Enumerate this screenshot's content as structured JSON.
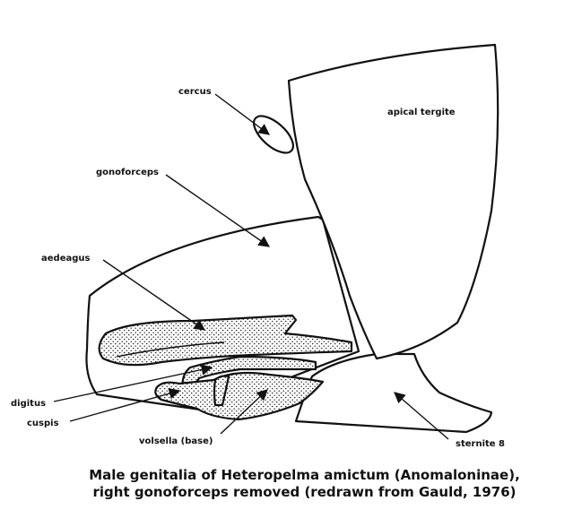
{
  "labels": {
    "cercus": "cercus",
    "apical_tergite": "apical tergite",
    "gonoforceps": "gonoforceps",
    "aedeagus": "aedeagus",
    "digitus": "digitus",
    "cuspis": "cuspis",
    "volsella_base": "volsella (base)",
    "sternite_8": "sternite 8"
  },
  "caption": {
    "line1": "Male genitalia of Heteropelma amictum (Anomaloninae),",
    "line2": "right gonoforceps removed (redrawn from Gauld, 1976)"
  },
  "colors": {
    "ink": "#111111",
    "background": "#ffffff"
  }
}
